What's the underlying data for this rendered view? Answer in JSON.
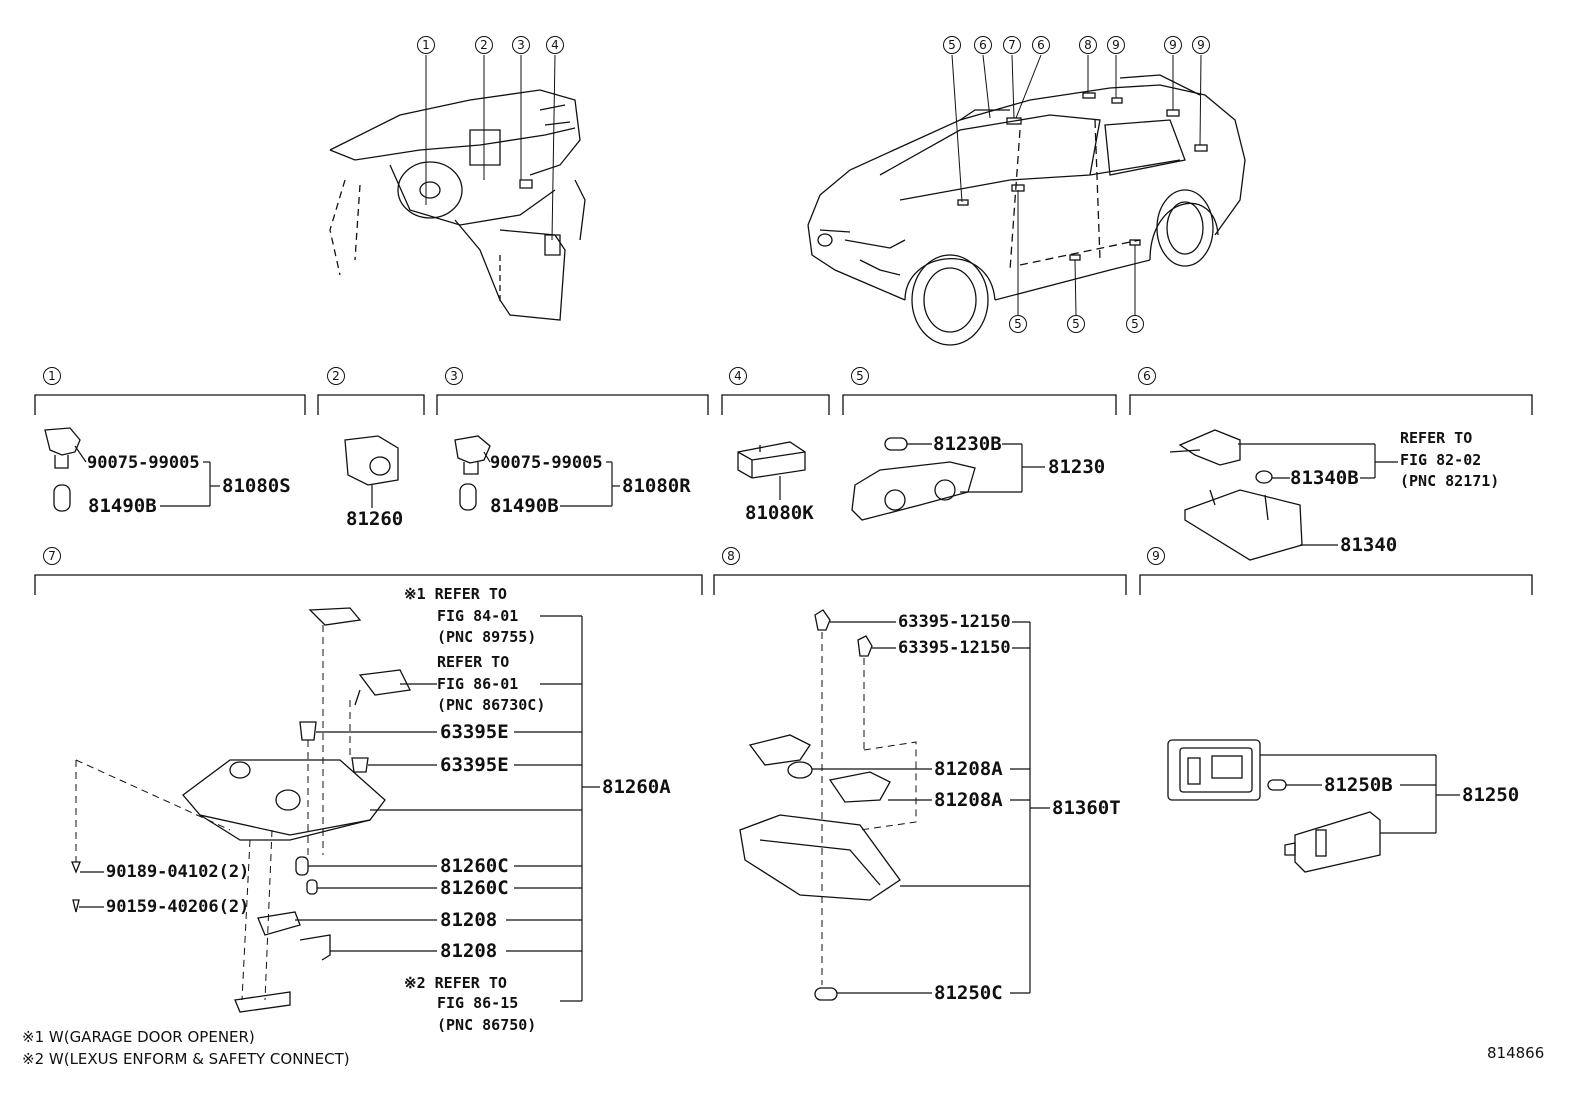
{
  "diagram": {
    "overview_callouts_dash": [
      "1",
      "2",
      "3",
      "4"
    ],
    "overview_callouts_car_top": [
      "5",
      "6",
      "7",
      "6",
      "8",
      "9",
      "9",
      "9"
    ],
    "overview_callouts_car_bottom": [
      "5",
      "5",
      "5"
    ],
    "section_labels": [
      "1",
      "2",
      "3",
      "4",
      "5",
      "6",
      "7",
      "8",
      "9"
    ],
    "parts": {
      "p81080S": "81080S",
      "p90075_a": "90075-99005",
      "p81490B_a": "81490B",
      "p81260": "81260",
      "p90075_b": "90075-99005",
      "p81490B_b": "81490B",
      "p81080R": "81080R",
      "p81080K": "81080K",
      "p81230B": "81230B",
      "p81230": "81230",
      "p81340B": "81340B",
      "p81340": "81340",
      "p63395E_a": "63395E",
      "p63395E_b": "63395E",
      "p81260A": "81260A",
      "p90189": "90189-04102(2)",
      "p90159": "90159-40206(2)",
      "p81260C_a": "81260C",
      "p81260C_b": "81260C",
      "p81208_a": "81208",
      "p81208_b": "81208",
      "p63395_12150_a": "63395-12150",
      "p63395_12150_b": "63395-12150",
      "p81208A_a": "81208A",
      "p81208A_b": "81208A",
      "p81360T": "81360T",
      "p81250C": "81250C",
      "p81250B": "81250B",
      "p81250": "81250"
    },
    "refs": {
      "r6_l1": "REFER TO",
      "r6_l2": "FIG 82-02",
      "r6_l3": "(PNC 82171)",
      "r7a_l1": "※1 REFER TO",
      "r7a_l2": "FIG 84-01",
      "r7a_l3": "(PNC 89755)",
      "r7b_l1": "REFER TO",
      "r7b_l2": "FIG 86-01",
      "r7b_l3": "(PNC 86730C)",
      "r7c_l1": "※2 REFER TO",
      "r7c_l2": "FIG 86-15",
      "r7c_l3": "(PNC 86750)"
    },
    "notes": {
      "n1": "※1 W(GARAGE DOOR OPENER)",
      "n2": "※2 W(LEXUS ENFORM & SAFETY CONNECT)"
    },
    "figure_id": "814866"
  }
}
